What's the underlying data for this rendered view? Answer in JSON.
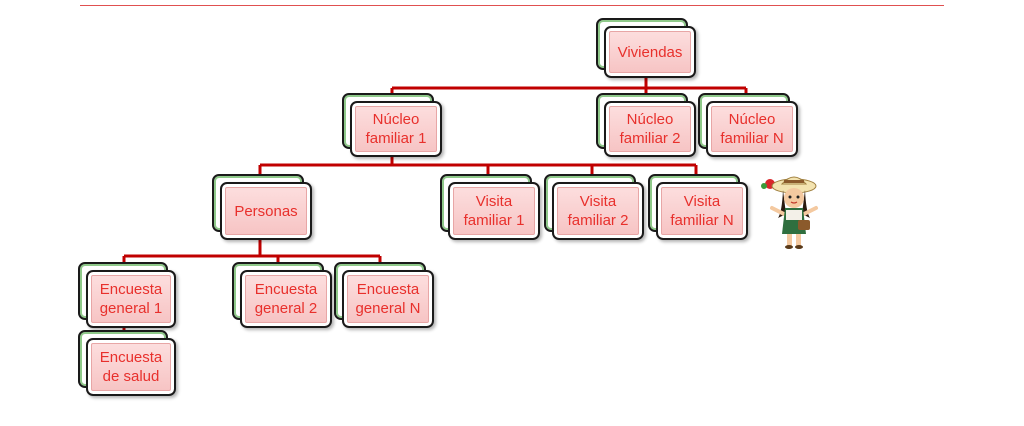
{
  "diagram": {
    "nodes": {
      "viviendas": "Viviendas",
      "nucleo1": "Núcleo\nfamiliar 1",
      "nucleo2": "Núcleo\nfamiliar 2",
      "nucleoN": "Núcleo\nfamiliar N",
      "personas": "Personas",
      "visita1": "Visita\nfamiliar 1",
      "visita2": "Visita\nfamiliar 2",
      "visitaN": "Visita\nfamiliar N",
      "encuesta1": "Encuesta\ngeneral 1",
      "encuesta2": "Encuesta\ngeneral 2",
      "encuestaN": "Encuesta\ngeneral N",
      "salud": "Encuesta\nde salud"
    },
    "connector_color": "#c00000",
    "text_color": "#e8302c",
    "box_fill": "#f9cfcf",
    "back_accent": "#8fc98a"
  }
}
